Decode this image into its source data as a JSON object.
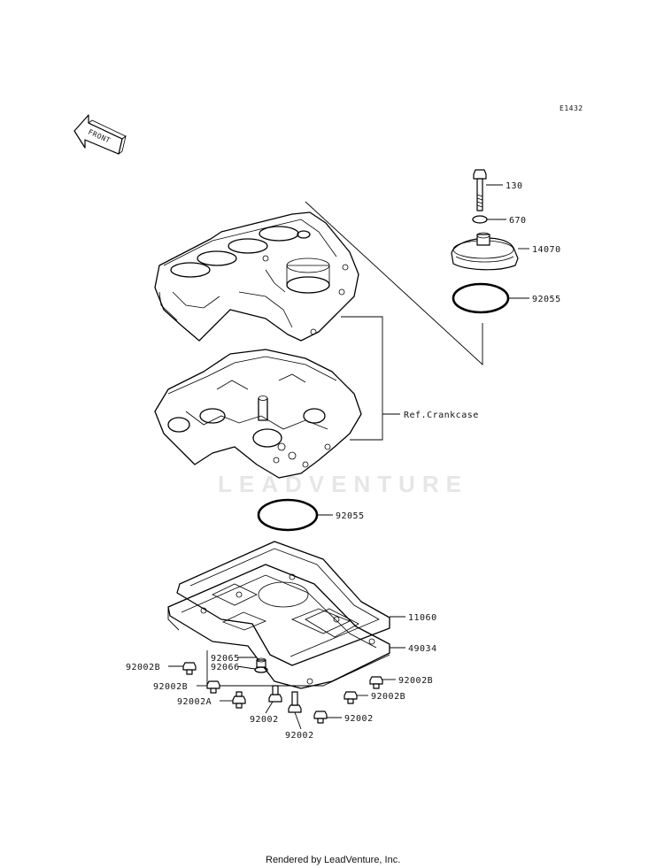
{
  "diagram_code": "E1432",
  "front_label": "FRONT",
  "watermark": "LEADVENTURE",
  "footer": "Rendered by LeadVenture, Inc.",
  "callouts": {
    "p130": "130",
    "p670": "670",
    "p14070": "14070",
    "p92055_top": "92055",
    "ref_crankcase": "Ref.Crankcase",
    "p92055_mid": "92055",
    "p11060": "11060",
    "p49034": "49034",
    "p92065": "92065",
    "p92066": "92066",
    "p92002B_1": "92002B",
    "p92002B_2": "92002B",
    "p92002A": "92002A",
    "p92002_1": "92002",
    "p92002_2": "92002",
    "p92002_3": "92002",
    "p92002B_3": "92002B",
    "p92002B_4": "92002B"
  }
}
